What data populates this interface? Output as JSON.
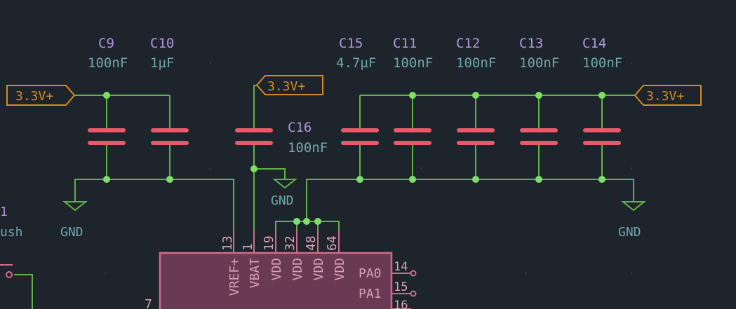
{
  "colors": {
    "background": "#1e242c",
    "wire": "#63b04a",
    "junction": "#7ee060",
    "capacitor": "#e85a6a",
    "component_body": "#6a3a55",
    "component_outline": "#d46a8a",
    "pin": "#d46a8a",
    "power_flag": "#d58a24",
    "ref_text": "#b294df",
    "value_text": "#6fa7aa",
    "pin_text": "#d8a0b8"
  },
  "capacitors": [
    {
      "ref": "C9",
      "value": "100nF"
    },
    {
      "ref": "C10",
      "value": "1µF"
    },
    {
      "ref": "C16",
      "value": "100nF"
    },
    {
      "ref": "C15",
      "value": "4.7µF"
    },
    {
      "ref": "C11",
      "value": "100nF"
    },
    {
      "ref": "C12",
      "value": "100nF"
    },
    {
      "ref": "C13",
      "value": "100nF"
    },
    {
      "ref": "C14",
      "value": "100nF"
    }
  ],
  "power": {
    "left": "3.3V+",
    "middle": "3.3V+",
    "right": "3.3V+"
  },
  "ground": {
    "left": "GND",
    "middle": "GND",
    "right": "GND"
  },
  "partial_labels": {
    "left_ref": "1",
    "left_value": "ush",
    "bottom_pin": "7"
  },
  "chip": {
    "pins": [
      {
        "number": "13",
        "name": "VREF+"
      },
      {
        "number": "1",
        "name": "VBAT"
      },
      {
        "number": "19",
        "name": "VDD"
      },
      {
        "number": "32",
        "name": "VDD"
      },
      {
        "number": "48",
        "name": "VDD"
      },
      {
        "number": "64",
        "name": "VDD"
      }
    ],
    "right_pins": [
      {
        "number": "14",
        "name": "PA0"
      },
      {
        "number": "15",
        "name": "PA1"
      },
      {
        "number": "16",
        "name": ""
      }
    ]
  }
}
